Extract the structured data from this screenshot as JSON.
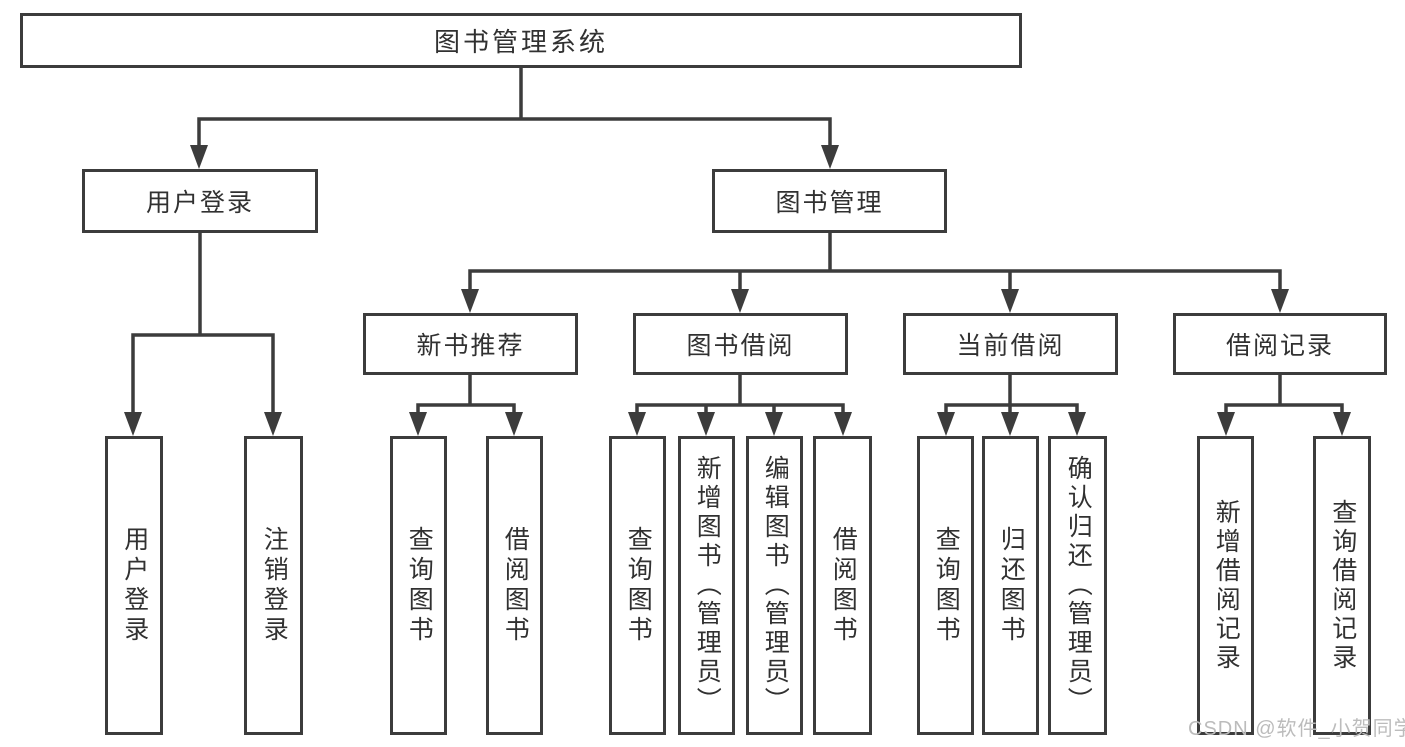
{
  "diagram": {
    "title": "图书管理系统",
    "level2": {
      "user_login": "用户登录",
      "book_mgmt": "图书管理"
    },
    "level3": {
      "new_book": "新书推荐",
      "book_borrow": "图书借阅",
      "current_borrow": "当前借阅",
      "borrow_record": "借阅记录"
    },
    "level4": {
      "user_login_children": [
        "用户登录",
        "注销登录"
      ],
      "new_book_children": [
        "查询图书",
        "借阅图书"
      ],
      "book_borrow_children": [
        "查询图书",
        "新增图书（管理员）",
        "编辑图书（管理员）",
        "借阅图书"
      ],
      "current_borrow_children": [
        "查询图书",
        "归还图书",
        "确认归还（管理员）"
      ],
      "borrow_record_children": [
        "新增借阅记录",
        "查询借阅记录"
      ]
    }
  },
  "watermark": {
    "text": "CSDN @软件_小贺同学"
  },
  "colors": {
    "line": "#3c3c3c",
    "text": "#313131",
    "background": "#ffffff",
    "watermark": "#bcbcbc"
  }
}
